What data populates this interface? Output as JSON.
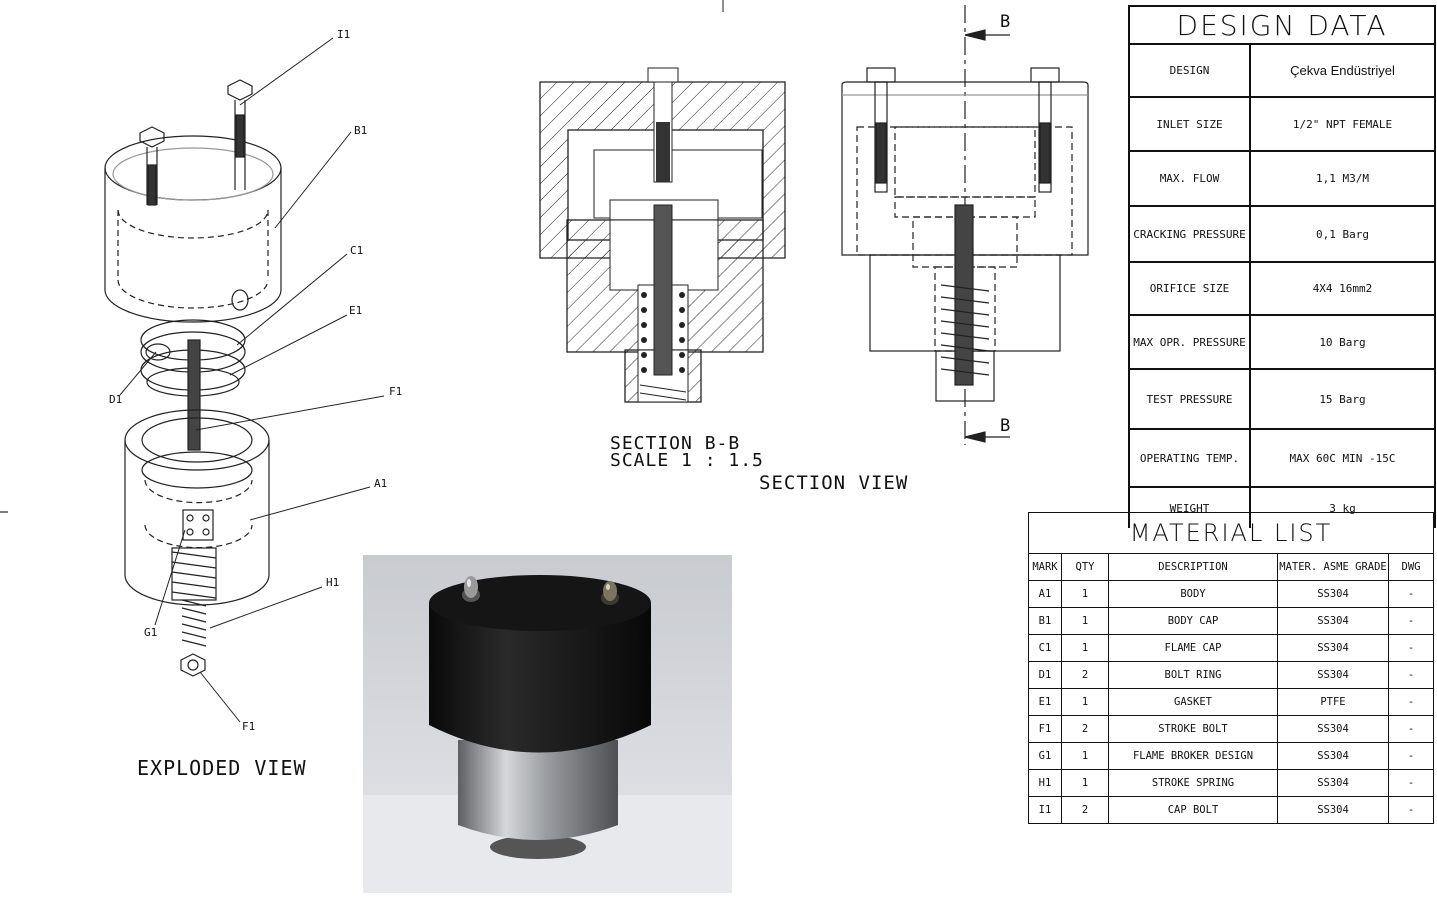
{
  "labels": {
    "exploded_view": "EXPLODED VIEW",
    "section_title": "SECTION B-B",
    "section_scale": "SCALE 1 : 1.5",
    "section_view": "SECTION VIEW",
    "cut_top": "B",
    "cut_bottom": "B"
  },
  "callouts": [
    "I1",
    "B1",
    "C1",
    "E1",
    "D1",
    "F1",
    "A1",
    "H1",
    "G1",
    "F1"
  ],
  "design_data": {
    "title": "DESIGN DATA",
    "rows": [
      {
        "label": "DESIGN",
        "value": "Çekva Endüstriyel"
      },
      {
        "label": "INLET SIZE",
        "value": "1/2\" NPT FEMALE"
      },
      {
        "label": "MAX. FLOW",
        "value": "1,1 M3/M"
      },
      {
        "label": "CRACKING PRESSURE",
        "value": "0,1 Barg"
      },
      {
        "label": "ORIFICE SIZE",
        "value": "4X4 16mm2"
      },
      {
        "label": "MAX OPR. PRESSURE",
        "value": "10 Barg"
      },
      {
        "label": "TEST PRESSURE",
        "value": "15 Barg"
      },
      {
        "label": "OPERATING TEMP.",
        "value": "MAX 60C MIN -15C"
      },
      {
        "label": "WEIGHT",
        "value": "3 kg"
      }
    ]
  },
  "material_list": {
    "title": "MATERIAL LIST",
    "headers": [
      "MARK",
      "QTY",
      "DESCRIPTION",
      "MATER. ASME GRADE",
      "DWG"
    ],
    "rows": [
      [
        "A1",
        "1",
        "BODY",
        "SS304",
        "-"
      ],
      [
        "B1",
        "1",
        "BODY CAP",
        "SS304",
        "-"
      ],
      [
        "C1",
        "1",
        "FLAME CAP",
        "SS304",
        "-"
      ],
      [
        "D1",
        "2",
        "BOLT RING",
        "SS304",
        "-"
      ],
      [
        "E1",
        "1",
        "GASKET",
        "PTFE",
        "-"
      ],
      [
        "F1",
        "2",
        "STROKE BOLT",
        "SS304",
        "-"
      ],
      [
        "G1",
        "1",
        "FLAME BROKER DESIGN",
        "SS304",
        "-"
      ],
      [
        "H1",
        "1",
        "STROKE SPRING",
        "SS304",
        "-"
      ],
      [
        "I1",
        "2",
        "CAP BOLT",
        "SS304",
        "-"
      ]
    ]
  }
}
